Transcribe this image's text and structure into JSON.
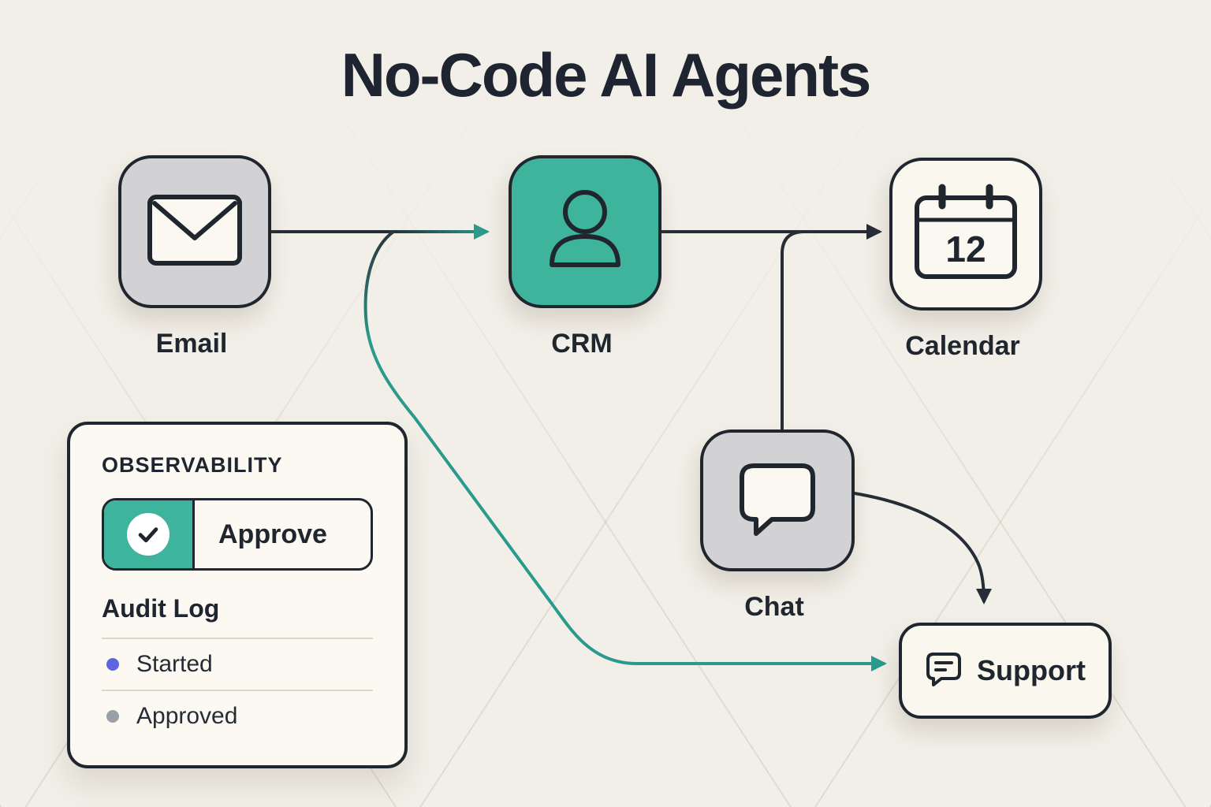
{
  "title": "No-Code AI Agents",
  "nodes": {
    "email": {
      "label": "Email",
      "icon": "envelope-icon"
    },
    "crm": {
      "label": "CRM",
      "icon": "person-icon"
    },
    "calendar": {
      "label": "Calendar",
      "icon": "calendar-icon",
      "day": "12"
    },
    "chat": {
      "label": "Chat",
      "icon": "speech-bubble-icon"
    },
    "support": {
      "label": "Support",
      "icon": "message-lines-icon"
    }
  },
  "panel": {
    "heading": "OBSERVABILITY",
    "approve_label": "Approve",
    "audit_log_heading": "Audit Log",
    "audit_entries": [
      {
        "label": "Started",
        "dot_color": "#5f65e0"
      },
      {
        "label": "Approved",
        "dot_color": "#9aa0a3"
      }
    ]
  },
  "colors": {
    "background": "#f2efe8",
    "ink": "#1e2430",
    "teal_node": "#3fb49d",
    "teal_wire": "#2a9a8c",
    "node_gray": "#d2d2d4",
    "card_bg": "#fcf9f2",
    "wire_dark": "#262d37"
  }
}
